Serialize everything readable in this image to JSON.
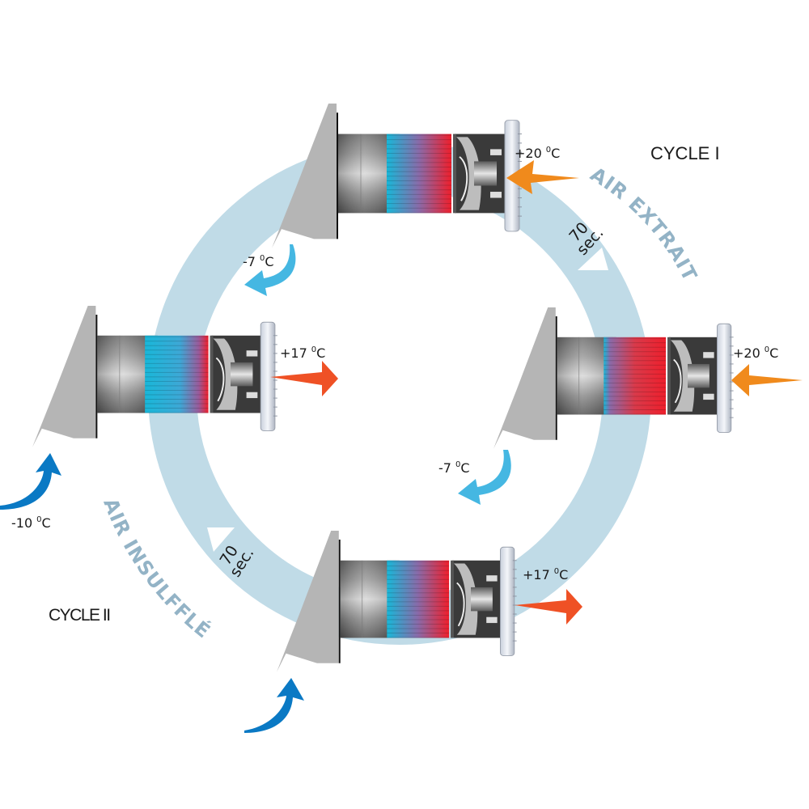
{
  "title": "Heat recovery ventilator alternating cycles",
  "colors": {
    "ring": "#c0dbe7",
    "arc_label": "#93b3c6",
    "warm_arrow": "#f08a1c",
    "hot_arrow": "#ef5125",
    "cold_arrow": "#45b7e2",
    "outside_arrow": "#0a79c4",
    "hood": "#b5b5b5",
    "exchanger_cold": "#19b7d8",
    "exchanger_hot": "#ee1f2c"
  },
  "cycles": {
    "cycle_1": "CYCLE I",
    "cycle_2": "CYCLE II"
  },
  "ring_labels": {
    "extract": "AIR EXTRAIT",
    "supply": "AIR INSULFFLÉ"
  },
  "durations": [
    {
      "value": "70",
      "unit": "sec."
    },
    {
      "value": "70",
      "unit": "sec."
    }
  ],
  "units": [
    {
      "position": "top",
      "exchanger_state": "cold-to-hot",
      "room_temp": {
        "value": "+20",
        "unit": "C",
        "degree": "0"
      },
      "outside_temp": {
        "value": "-7",
        "unit": "C",
        "degree": "0"
      },
      "flow": "extract"
    },
    {
      "position": "right",
      "exchanger_state": "mostly-hot",
      "room_temp": {
        "value": "+20",
        "unit": "C",
        "degree": "0"
      },
      "outside_temp": {
        "value": "-7",
        "unit": "C",
        "degree": "0"
      },
      "flow": "extract"
    },
    {
      "position": "bottom",
      "exchanger_state": "cold-to-hot",
      "room_temp": {
        "value": "+17",
        "unit": "C",
        "degree": "0"
      },
      "outside_temp": null,
      "flow": "supply"
    },
    {
      "position": "left",
      "exchanger_state": "mostly-cold",
      "room_temp": {
        "value": "+17",
        "unit": "C",
        "degree": "0"
      },
      "outside_temp": {
        "value": "-10",
        "unit": "C",
        "degree": "0"
      },
      "flow": "supply"
    }
  ]
}
